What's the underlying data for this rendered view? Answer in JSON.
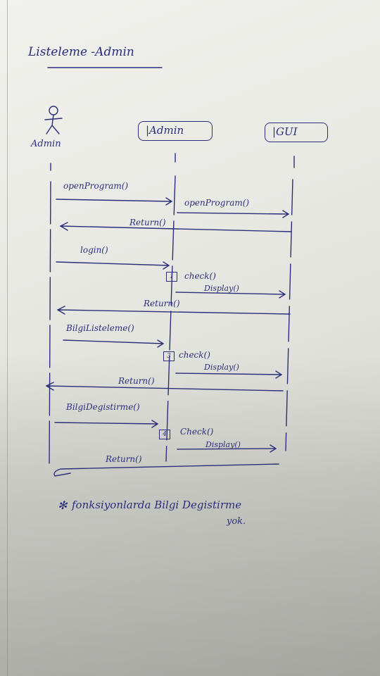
{
  "title": "Listeleme -Admin",
  "lifelines": {
    "actor": "Admin",
    "admin_obj": "|Admin",
    "gui_obj": "|GUI"
  },
  "messages": {
    "m1": "openProgram()",
    "m2": "openProgram()",
    "m3": "Return()",
    "m4": "login()",
    "m5": "check()",
    "m6": "Display()",
    "m7": "Return()",
    "m8": "BilgiListeleme()",
    "m9": "check()",
    "m10": "Display()",
    "m11": "Return()",
    "m12": "BilgiDegistirme()",
    "m13": "Check()",
    "m14": "Display()",
    "m15": "Return()"
  },
  "activations": [
    "1",
    "3",
    "4"
  ],
  "note": {
    "line1": "fonksiyonlarda Bilgi Degistirme",
    "line2": "yok."
  }
}
